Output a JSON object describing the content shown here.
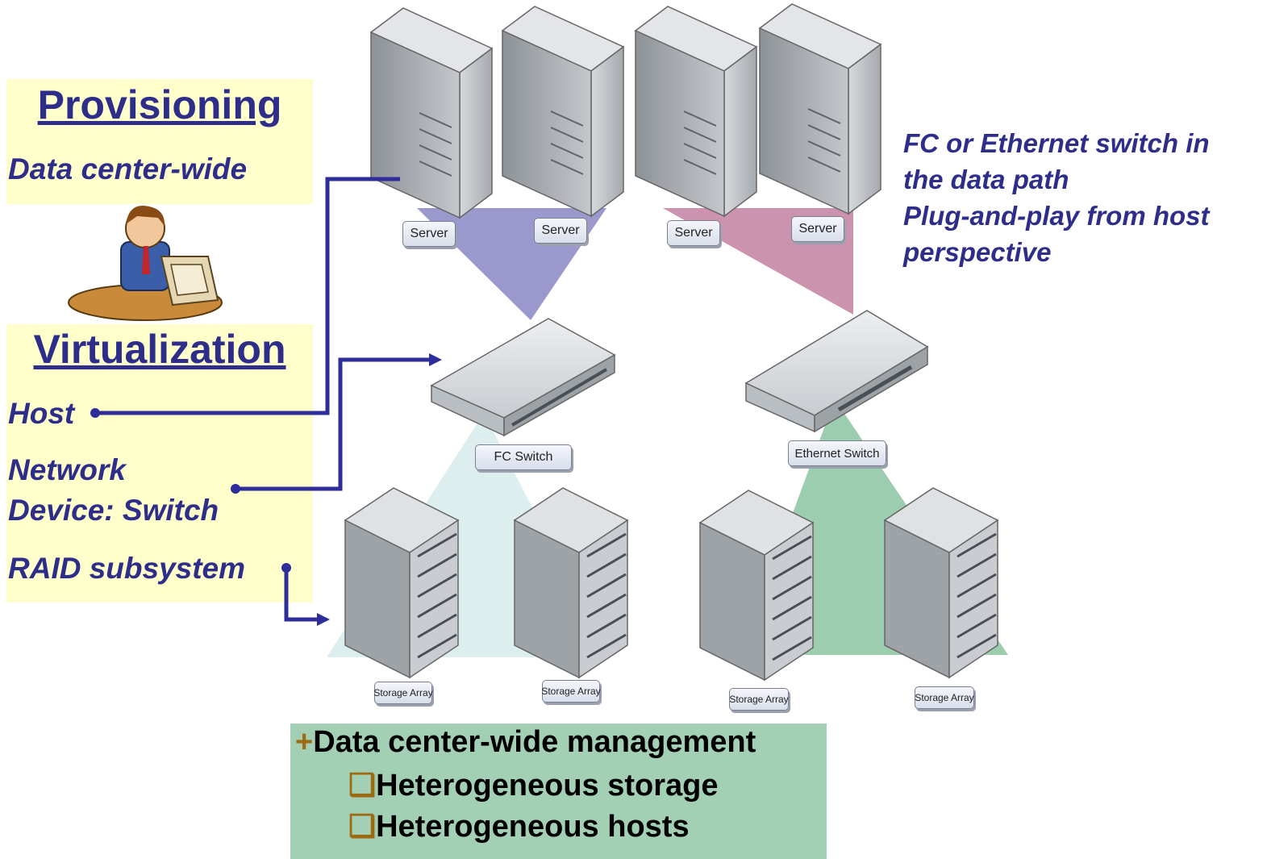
{
  "left_panel": {
    "provisioning_heading": "Provisioning",
    "provisioning_scope": "Data center-wide",
    "virtualization_heading": "Virtualization",
    "levels": {
      "host": "Host",
      "network_line1": "Network",
      "network_line2": "Device: Switch",
      "raid": "RAID subsystem"
    }
  },
  "right_note": {
    "line1": "FC or Ethernet switch in",
    "line2": "the data path",
    "line3": "Plug-and-play from host",
    "line4": "perspective"
  },
  "diagram_labels": {
    "server": "Server",
    "fc_switch": "FC Switch",
    "ethernet_switch": "Ethernet Switch",
    "storage_array": "Storage Array"
  },
  "bottom_box": {
    "plus": "+",
    "title": "Data center-wide management",
    "item_marker": "❑",
    "item1": "Heterogeneous storage",
    "item2": "Heterogeneous hosts"
  },
  "colors": {
    "text_blue": "#2e2e8a",
    "panel_yellow": "#ffffcc",
    "box_green": "#a3cfb4",
    "fc_triangle": "#9a98cc",
    "eth_triangle": "#cc93ae",
    "fc_storage_triangle": "#dcefee",
    "eth_storage_triangle": "#9ccdaf"
  }
}
